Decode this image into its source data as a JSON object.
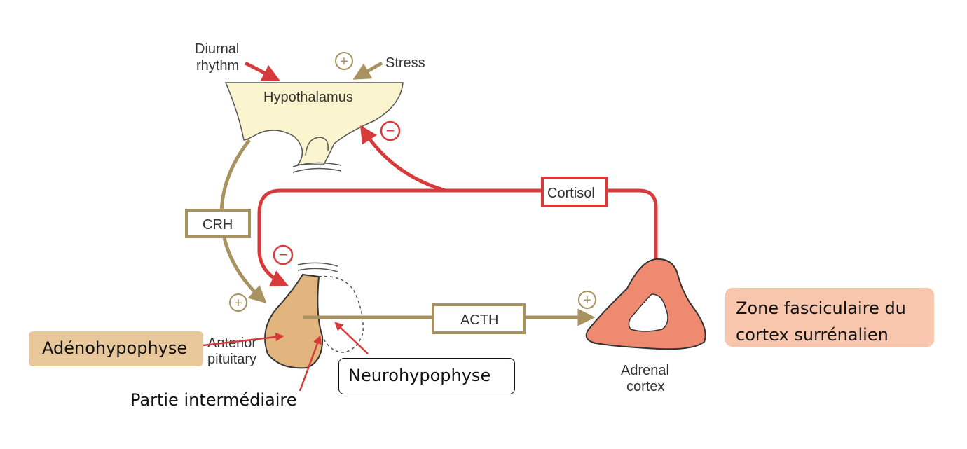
{
  "labels": {
    "diurnal_line1": "Diurnal",
    "diurnal_line2": "rhythm",
    "stress": "Stress",
    "hypothalamus": "Hypothalamus",
    "crh": "CRH",
    "cortisol": "Cortisol",
    "acth": "ACTH",
    "anterior_line1": "Anterior",
    "anterior_line2": "pituitary",
    "adrenal_line1": "Adrenal",
    "adrenal_line2": "cortex",
    "plus": "+",
    "minus": "−"
  },
  "callouts": {
    "adenohypophyse": "Adénohypophyse",
    "neurohypophyse": "Neurohypophyse",
    "partie_intermediaire": "Partie intermédiaire",
    "zone_line1": "Zone fasciculaire du",
    "zone_line2": "cortex surrénalien"
  },
  "colors": {
    "stimulatory": "#a89360",
    "inhibitory": "#d63a3a",
    "hypothalamus_fill": "#fbf5cf",
    "pituitary_fill": "#e3b57e",
    "adrenal_fill": "#ed8a6f"
  }
}
